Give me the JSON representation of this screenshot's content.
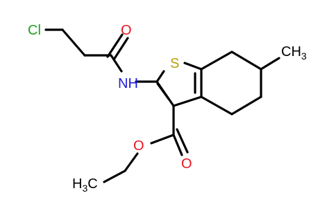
{
  "molecule": {
    "atom_labels": {
      "cl": "Cl",
      "o_amide": "O",
      "s": "S",
      "nh": "NH",
      "ch3": "CH",
      "ch3_sub": "3",
      "o_ester_carbonyl": "O",
      "o_ester": "O",
      "h3c_h": "H",
      "h3c_sub": "3",
      "h3c_c": "C"
    },
    "colors": {
      "bond": "#000000",
      "chlorine": "#1fa01f",
      "oxygen": "#e8141f",
      "sulfur": "#b8a000",
      "nitrogen": "#1c1cd8",
      "carbon_label": "#000000"
    }
  }
}
